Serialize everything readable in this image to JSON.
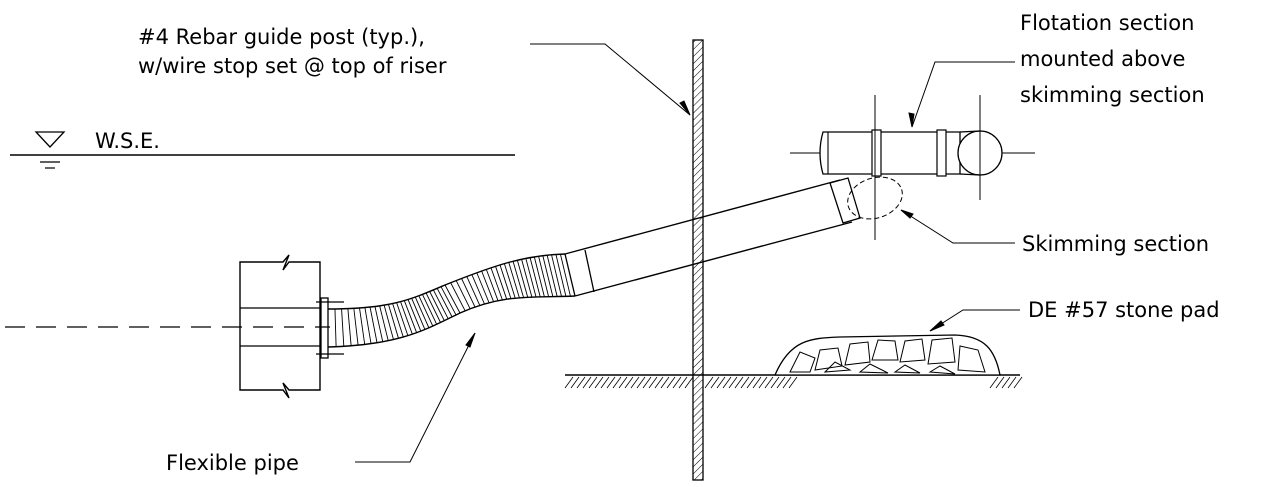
{
  "labels": {
    "guide_post_line1": "#4 Rebar guide post (typ.),",
    "guide_post_line2": "w/wire stop set @ top of riser",
    "wse": "W.S.E.",
    "flotation_line1": "Flotation section",
    "flotation_line2": "mounted above",
    "flotation_line3": "skimming section",
    "skimming": "Skimming section",
    "stone_pad": "DE #57 stone pad",
    "flexible_pipe": "Flexible pipe"
  }
}
